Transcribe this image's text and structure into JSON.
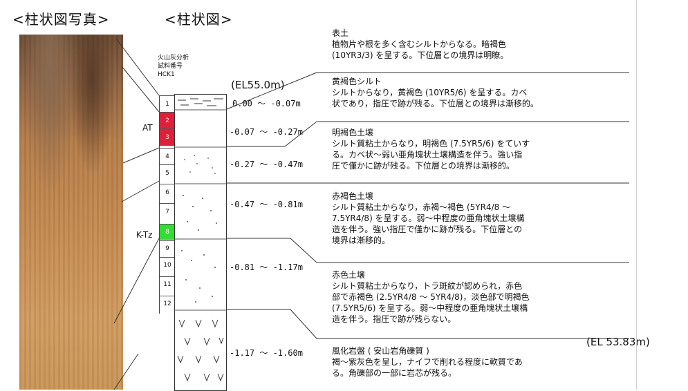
{
  "headings": {
    "photo": "<柱状図写真>",
    "column": "<柱状図>"
  },
  "sample_header": [
    "火山灰分析",
    "試料番号",
    "HCK1"
  ],
  "elevation_top": "(EL55.0m)",
  "elevation_bottom": "(EL 53.83m)",
  "samples": [
    "1",
    "2",
    "3",
    "4",
    "5",
    "6",
    "7",
    "8",
    "9",
    "10",
    "11",
    "12"
  ],
  "layer_labels": {
    "at": "AT",
    "ktz": "K-Tz"
  },
  "depths": [
    "0.00 ～ -0.07m",
    "-0.07 ～ -0.27m",
    "-0.27 ～ -0.47m",
    "-0.47 ～ -0.81m",
    "-0.81 ～ -1.17m",
    "-1.17 ～ -1.60m"
  ],
  "descriptions": [
    {
      "title": "表土",
      "lines": [
        "植物片や根を多く含むシルトからなる。暗褐色",
        "(10YR3/3) を呈する。下位層との境界は明瞭。"
      ]
    },
    {
      "title": "黄褐色シルト",
      "lines": [
        "シルトからなり，黄褐色 (10YR5/6) を呈する。カベ",
        "状であり，指圧で跡が残る。下位層との境界は漸移的。"
      ]
    },
    {
      "title": "明褐色土壌",
      "lines": [
        "シルト質粘土からなり，明褐色 (7.5YR5/6) をていす",
        "る。カベ状～弱い亜角塊状土壌構造を伴う。強い指",
        "圧で僅かに跡が残る。下位層との境界は漸移的。"
      ]
    },
    {
      "title": "赤褐色土壌",
      "lines": [
        "シルト質粘土からなり，赤褐～褐色 (5YR4/8 ～",
        "7.5YR4/8) を呈する。弱～中程度の亜角塊状土壌構",
        "造を伴う。強い指圧で僅かに跡が残る。下位層との",
        "境界は漸移的。"
      ]
    },
    {
      "title": "赤色土壌",
      "lines": [
        "シルト質粘土からなり，トラ斑紋が認められ，赤色",
        "部で赤褐色 (2.5YR4/8 ～ 5YR4/8)，淡色部で明褐色",
        "(7.5YR5/6) を呈する。弱～中程度の亜角塊状土壌構",
        "造を伴う。指圧で跡が残らない。"
      ]
    },
    {
      "title": "風化岩盤 ( 安山岩角礫質 )",
      "lines": [
        "褐～紫灰色を呈し，ナイフで削れる程度に軟質であ",
        "る。角礫部の一部に岩芯が残る。"
      ]
    }
  ],
  "colors": {
    "red_sample": "#e0203a",
    "green_sample": "#33dd33",
    "soil_top": "#6b4a32",
    "soil_bottom": "#c98d4e"
  }
}
